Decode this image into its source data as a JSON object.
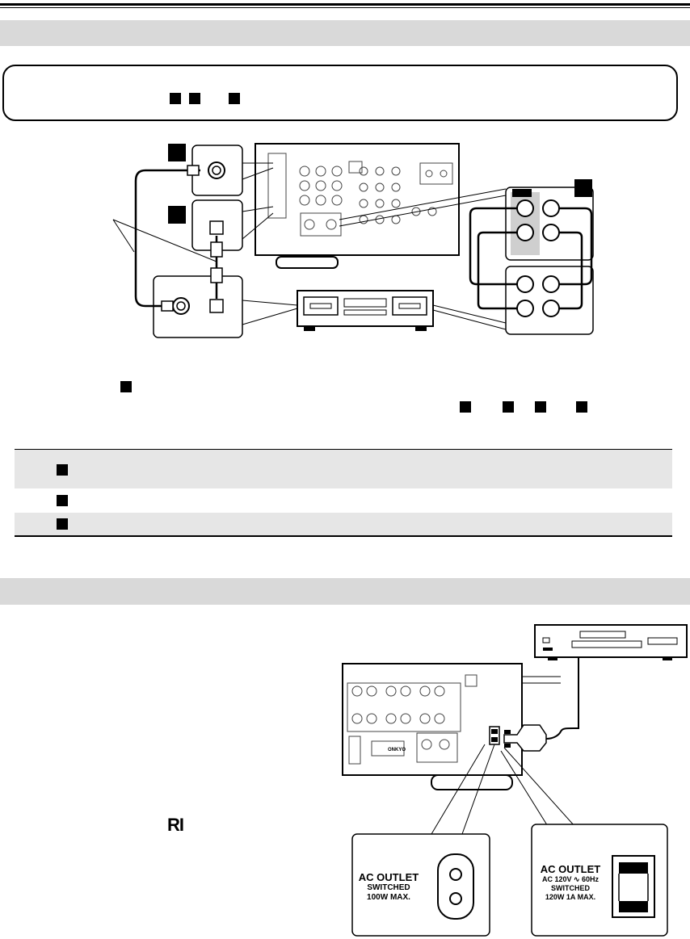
{
  "header": {
    "section1_title": "",
    "section2_title": ""
  },
  "note": {
    "markers": [
      "",
      "",
      ""
    ]
  },
  "digital_diagram": {
    "markers": [
      "",
      "",
      "",
      ""
    ],
    "jack_labels": [
      "",
      ""
    ]
  },
  "body_text": {
    "paragraph_marker": "",
    "inline_markers": [
      "",
      "",
      "",
      ""
    ]
  },
  "table": {
    "rows": [
      {
        "marker": "",
        "text": ""
      },
      {
        "marker": "",
        "text": ""
      },
      {
        "marker": "",
        "text": ""
      }
    ]
  },
  "power_diagram": {
    "ri_logo": "RI",
    "outlet_left": {
      "line1": "AC OUTLET",
      "line2": "SWITCHED",
      "line3": "100W MAX."
    },
    "outlet_right": {
      "line1": "AC OUTLET",
      "line2": "AC 120V ∿ 60Hz",
      "line3": "SWITCHED",
      "line4": "120W  1A  MAX."
    },
    "rear_brand": "ONKYO"
  },
  "colors": {
    "section_bar": "#d9d9d9",
    "table_band": "#e6e6e6"
  }
}
